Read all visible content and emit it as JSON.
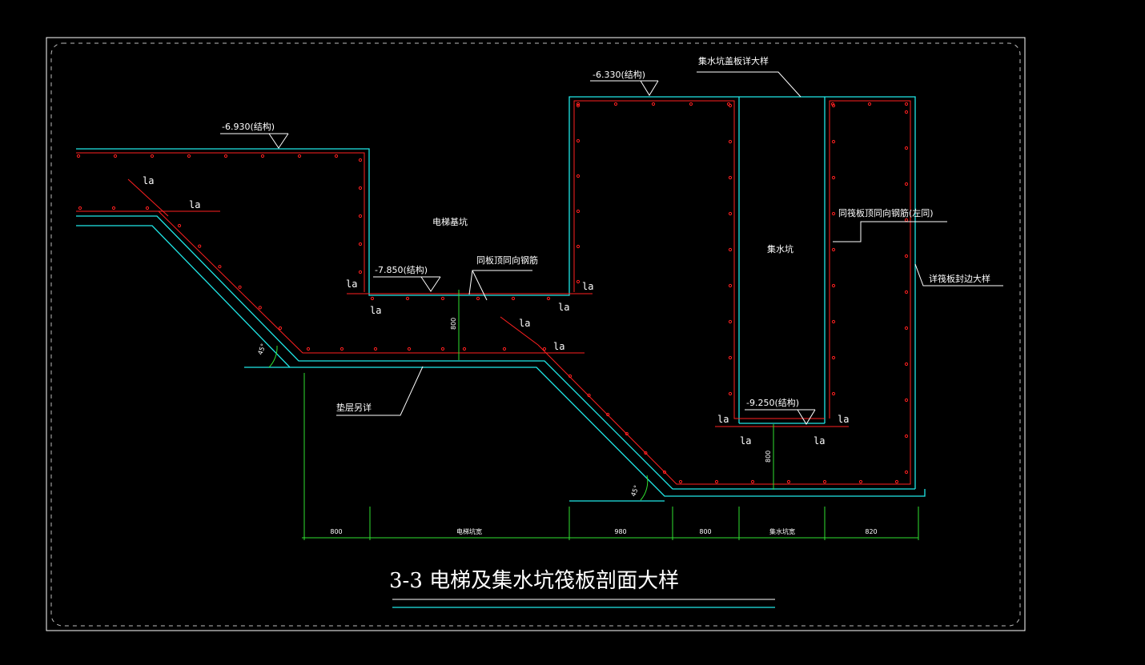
{
  "drawing": {
    "title": "3-3  电梯及集水坑筏板剖面大样",
    "labels": {
      "elev_top_left": "-6.930(结构)",
      "elev_top_right": "-6.330(结构)",
      "elev_mid": "-7.850(结构)",
      "elev_bottom": "-9.250(结构)",
      "elevator_pit": "电梯基坑",
      "sump_pit": "集水坑",
      "sump_cover": "集水坑盖板详大样",
      "same_rebar_left": "同板顶同向钢筋",
      "same_rebar_right": "同筏板顶同向钢筋(左同)",
      "raft_edge": "详筏板封边大样",
      "cushion": "垫层另详",
      "la": "la",
      "dim_800_vertical": "800",
      "angle": "45°"
    },
    "dimensions": [
      "800",
      "电梯坑宽",
      "980",
      "800",
      "集水坑宽",
      "820"
    ]
  }
}
